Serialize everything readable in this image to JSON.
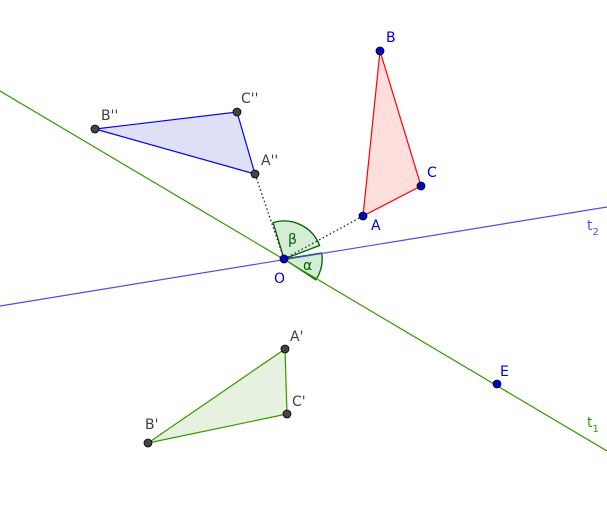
{
  "colors": {
    "red": "#ff0000",
    "red_fill": "#ffdede",
    "blue": "#0000ff",
    "blue_line": "#4f4fe6",
    "blue_fill": "#dfdff5",
    "green": "#339900",
    "green_fill": "#e6f2df",
    "angle_green": "#006100",
    "angle_fill": "#cdebcd",
    "point_blue": "#0000cc",
    "point_gray": "#444444",
    "text_gray": "#404040"
  },
  "points": {
    "A": "A",
    "B": "B",
    "C": "C",
    "A1": "A'",
    "B1": "B'",
    "C1": "C'",
    "A2": "A''",
    "B2": "B''",
    "C2": "C''",
    "O": "O",
    "E": "E"
  },
  "lines": {
    "t1": {
      "name": "t",
      "sub": "1"
    },
    "t2": {
      "name": "t",
      "sub": "2"
    }
  },
  "angles": {
    "alpha": "α",
    "beta": "β"
  }
}
